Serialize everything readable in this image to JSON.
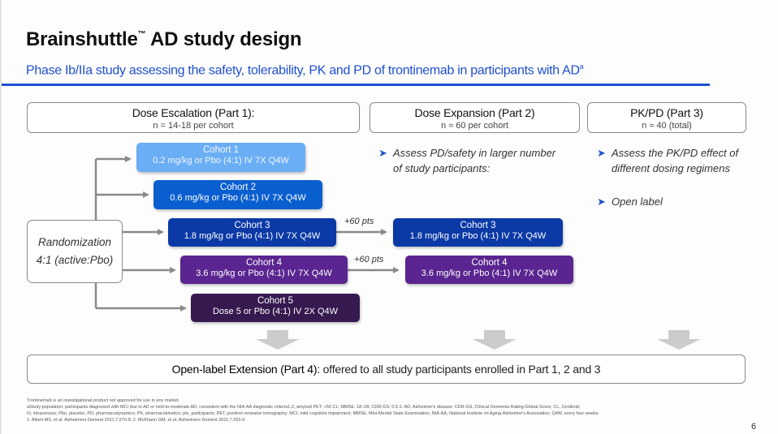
{
  "header": {
    "title_main": "Brainshuttle",
    "title_tm": "™",
    "title_rest": " AD study design",
    "subtitle": "Phase Ib/IIa study assessing the safety, tolerability, PK and PD of trontinemab in participants with AD",
    "subtitle_sup": "a"
  },
  "phases": [
    {
      "title": "Dose Escalation (Part 1):",
      "n": "n = 14-18 per cohort"
    },
    {
      "title": "Dose Expansion (Part 2)",
      "n": "n ≈ 60 per cohort"
    },
    {
      "title": "PK/PD (Part 3)",
      "n": "n ≈ 40 (total)"
    }
  ],
  "randomization": {
    "line1": "Randomization",
    "line2": "4:1 (active:Pbo)"
  },
  "cohorts": [
    {
      "name": "Cohort 1",
      "dose": "0.2 mg/kg or Pbo (4:1) IV 7X Q4W",
      "color": "#6aaef5"
    },
    {
      "name": "Cohort 2",
      "dose": "0.6 mg/kg or Pbo (4:1) IV 7X Q4W",
      "color": "#0a5fd0"
    },
    {
      "name": "Cohort 3",
      "dose": "1.8 mg/kg or Pbo (4:1) IV 7X Q4W",
      "color": "#0b3aa6"
    },
    {
      "name": "Cohort 4",
      "dose": "3.6 mg/kg or Pbo (4:1) IV 7X Q4W",
      "color": "#5a2590"
    },
    {
      "name": "Cohort 5",
      "dose": "Dose 5 or Pbo (4:1) IV 2X Q4W",
      "color": "#35194f"
    }
  ],
  "expansion_cohorts": [
    {
      "name": "Cohort 3",
      "dose": "1.8 mg/kg or Pbo (4:1) IV 7X Q4W",
      "color": "#0b3aa6"
    },
    {
      "name": "Cohort 4",
      "dose": "3.6 mg/kg or Pbo (4:1) IV 7X Q4W",
      "color": "#5a2590"
    }
  ],
  "pts_labels": [
    "+60 pts",
    "+60 pts"
  ],
  "bullets": {
    "part2": [
      "Assess PD/safety in larger number",
      "of study participants:"
    ],
    "part3_1": [
      "Assess the PK/PD effect of",
      "different dosing regimens"
    ],
    "part3_2": "Open label"
  },
  "bullet_glyph": "➤",
  "extension": {
    "bold": "Open-label Extension (Part 4):",
    "rest": " offered to all study participants enrolled in Part 1, 2 and 3"
  },
  "footnotes": [
    "Trontinemab is an investigational product not approved for use in any market.",
    "aStudy population: participants diagnosed with MCI due to AD or mild-to-moderate AD, consistent with the NIA-AA diagnostic criteria1,2; amyloid PET: >50 CL; MMSE: 18–28; CDR-GS: 0.5-2. AD, Alzheimer's disease; CDR-GS, Clinical Dementia Rating-Global Score; CL, Centiloid;",
    "IV, intravenous; Pbo, placebo; PD, pharmacodynamics; PK, pharmacokinetics; pts, participants; PET, positron emission tomography; MCI, mild cognitive impairment; MMSE, Mini-Mental State Examination; NIA-AA, National Institute on Aging-Alzheimer's Association; Q4W, every four weeks.",
    "1. Albert MS, et al. Alzheimers Dement 2011;7:270-9; 2. McKhann GM, et al. Alzheimers Dement 2011;7:263-9."
  ],
  "page_number": "6"
}
